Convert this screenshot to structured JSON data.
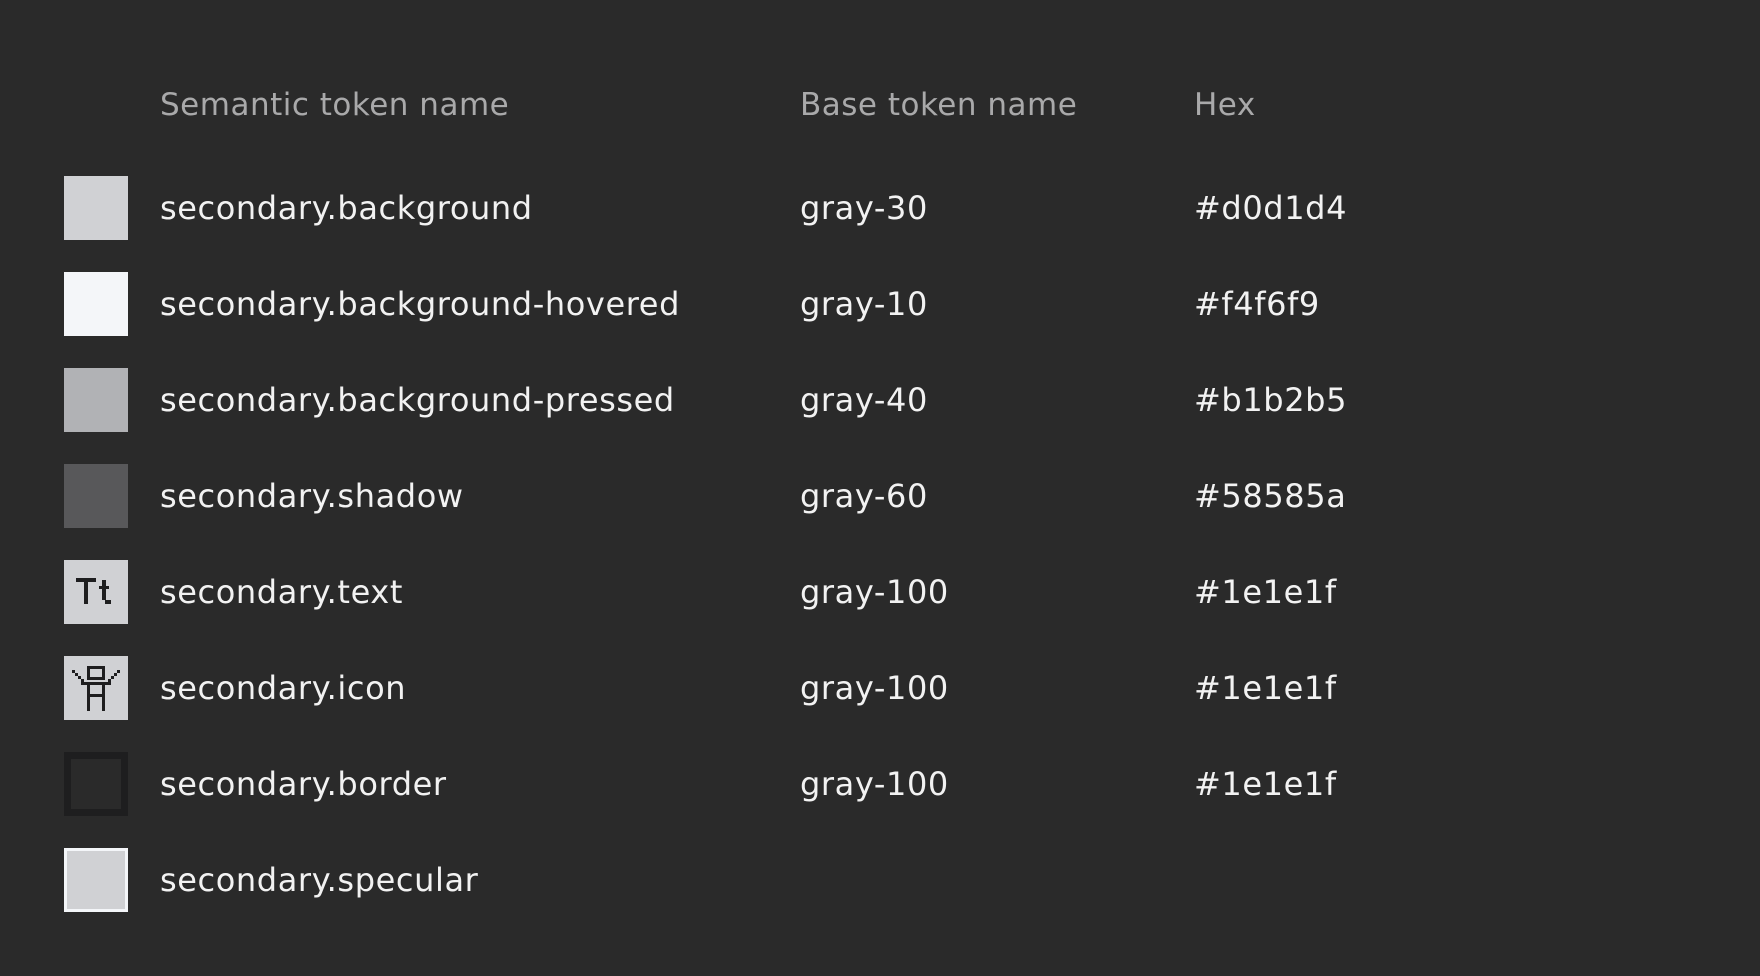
{
  "headers": {
    "semantic": "Semantic token name",
    "base": "Base token name",
    "hex": "Hex"
  },
  "rows": [
    {
      "name": "secondary.background",
      "base": "gray-30",
      "hex": "#d0d1d4",
      "swatch": "fill",
      "swatch_color": "#d0d1d4"
    },
    {
      "name": "secondary.background-hovered",
      "base": "gray-10",
      "hex": "#f4f6f9",
      "swatch": "fill",
      "swatch_color": "#f4f6f9"
    },
    {
      "name": "secondary.background-pressed",
      "base": "gray-40",
      "hex": "#b1b2b5",
      "swatch": "fill",
      "swatch_color": "#b1b2b5"
    },
    {
      "name": "secondary.shadow",
      "base": "gray-60",
      "hex": "#58585a",
      "swatch": "fill",
      "swatch_color": "#58585a"
    },
    {
      "name": "secondary.text",
      "base": "gray-100",
      "hex": "#1e1e1f",
      "swatch": "text-icon",
      "swatch_color": "#1e1e1f"
    },
    {
      "name": "secondary.icon",
      "base": "gray-100",
      "hex": "#1e1e1f",
      "swatch": "icon-icon",
      "swatch_color": "#1e1e1f"
    },
    {
      "name": "secondary.border",
      "base": "gray-100",
      "hex": "#1e1e1f",
      "swatch": "border",
      "swatch_color": "#1e1e1f"
    },
    {
      "name": "secondary.specular",
      "base": "",
      "hex": "",
      "swatch": "specular",
      "swatch_color": "#d0d1d4"
    }
  ]
}
